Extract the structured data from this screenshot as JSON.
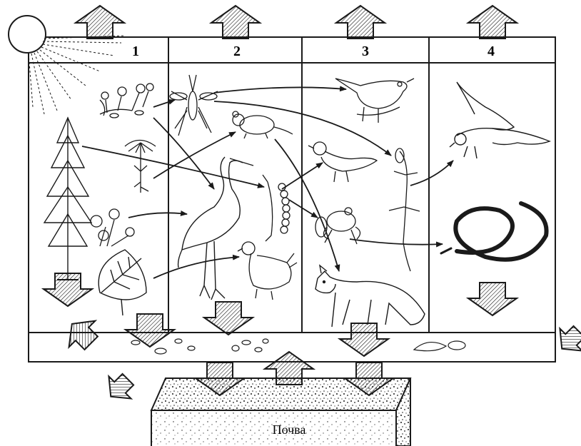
{
  "diagram": {
    "columns": [
      "1",
      "2",
      "3",
      "4"
    ],
    "soil_label": "Почва",
    "ink_color": "#1a1a1a",
    "organisms": [
      "sun-icon",
      "spruce-icon",
      "flowering-plant-icon",
      "umbel-plant-icon",
      "wildflower-icon",
      "leaf-icon",
      "mosquito-icon",
      "mouse-icon",
      "heron-icon",
      "grouse-icon",
      "caterpillar-icon",
      "songbird-icon",
      "finch-icon",
      "frog-icon",
      "lizard-icon",
      "fox-icon",
      "snake-icon",
      "bird-of-prey-icon"
    ]
  }
}
